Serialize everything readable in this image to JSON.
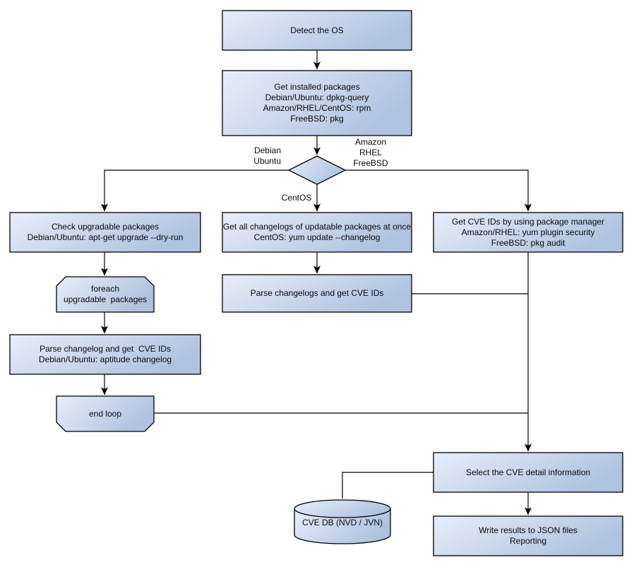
{
  "nodes": {
    "detect_os": {
      "label": "Detect the OS"
    },
    "get_installed_packages": {
      "label": "Get installed packages\nDebian/Ubuntu: dpkg-query\nAmazon/RHEL/CentOS: rpm\nFreeBSD: pkg"
    },
    "check_upgradable": {
      "label": "Check upgradable packages\nDebian/Ubuntu: apt-get upgrade --dry-run"
    },
    "foreach_loop": {
      "label": "foreach\nupgradable  packages"
    },
    "parse_changelog_deb": {
      "label": "Parse changelog and get  CVE IDs\nDebian/Ubuntu: aptitude changelog"
    },
    "end_loop": {
      "label": "end loop"
    },
    "get_all_changelogs": {
      "label": "Get all changelogs of updatable packages at once\nCentOS: yum update --changelog"
    },
    "parse_changelogs": {
      "label": "Parse changelogs and get CVE IDs"
    },
    "get_cve_ids_pkg_mgr": {
      "label": "Get CVE IDs by using package manager\nAmazon/RHEL: yum plugin security\nFreeBSD: pkg audit"
    },
    "select_cve_detail": {
      "label": "Select the CVE detail information"
    },
    "cve_db": {
      "label": "CVE DB (NVD / JVN)"
    },
    "write_results": {
      "label": "Write results to JSON files\nReporting"
    }
  },
  "edge_labels": {
    "debian_ubuntu": "Debian\nUbuntu",
    "amazon_rhel_freebsd": "Amazon\nRHEL\nFreeBSD",
    "centos": "CentOS"
  },
  "colors": {
    "node_fill_light": "#e9eef9",
    "node_fill_dark": "#afc3e0",
    "node_border": "#000000",
    "connector": "#000000",
    "text": "#0a0a0a",
    "background": "#ffffff"
  }
}
